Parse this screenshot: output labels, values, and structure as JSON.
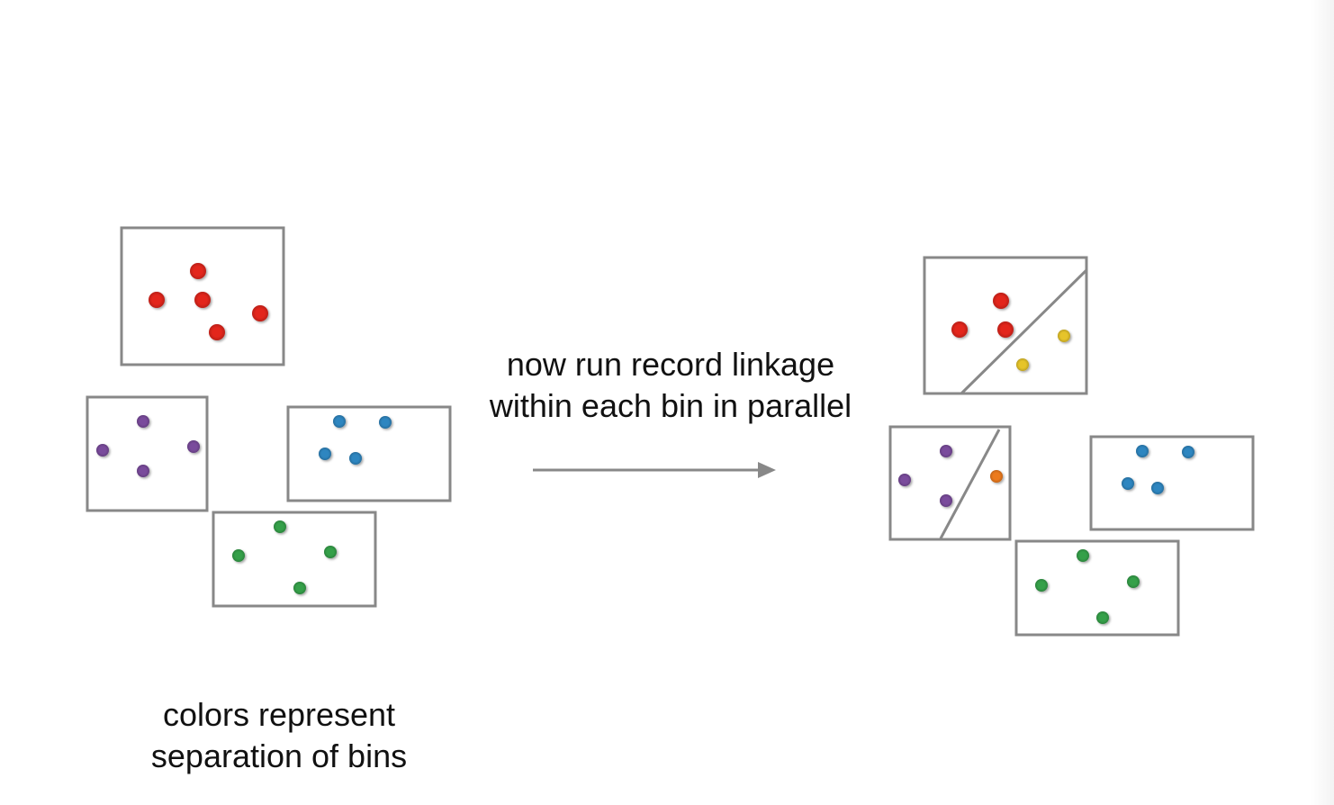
{
  "captions": {
    "left_line1": "colors represent",
    "left_line2": "separation of bins",
    "middle_line1": "now run record linkage",
    "middle_line2": "within each bin in parallel"
  },
  "colors": {
    "red": "#e3261f",
    "purple": "#7a4c9c",
    "blue": "#2f86c0",
    "green": "#34a04a",
    "yellow": "#e6c42b",
    "orange": "#ec7a1f",
    "frame": "#888888"
  },
  "diagram": {
    "before_bins": [
      {
        "name": "red",
        "records": 5
      },
      {
        "name": "purple",
        "records": 4
      },
      {
        "name": "blue",
        "records": 4
      },
      {
        "name": "green",
        "records": 4
      }
    ],
    "after_bins": [
      {
        "name": "red",
        "entities": [
          {
            "color": "red",
            "records": 3
          },
          {
            "color": "yellow",
            "records": 2
          }
        ]
      },
      {
        "name": "purple",
        "entities": [
          {
            "color": "purple",
            "records": 3
          },
          {
            "color": "orange",
            "records": 1
          }
        ]
      },
      {
        "name": "blue",
        "entities": [
          {
            "color": "blue",
            "records": 4
          }
        ]
      },
      {
        "name": "green",
        "entities": [
          {
            "color": "green",
            "records": 4
          }
        ]
      }
    ]
  }
}
